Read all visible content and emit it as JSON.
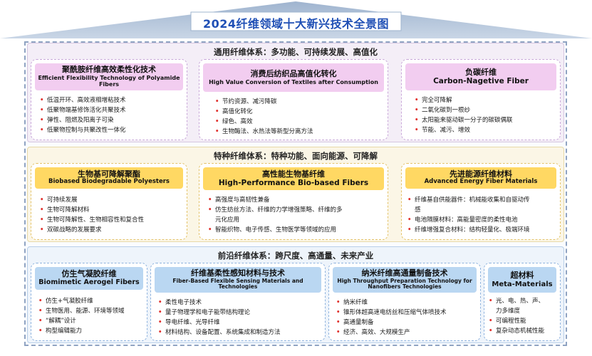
{
  "title": "2024纤维领域十大新兴技术全景图",
  "sections": [
    {
      "title": "通用纤维体系：多功能、可持续发展、高值化",
      "cards": [
        {
          "zh": "聚酰胺纤维高效柔性化技术",
          "en": "Efficient Flexibility Technology of Polyamide Fibers",
          "items": [
            "低温开环、高效液相增粘技术",
            "低聚物端基修饰活化共聚技术",
            "弹性、阻燃及阳离子可染",
            "低聚物控制与共聚改性一体化"
          ]
        },
        {
          "zh": "消费后纺织品高值化转化",
          "en": "High Value Conversion of Textiles after Consumption",
          "items": [
            "节约资源、减污降碳",
            "高值化转化",
            "绿色、高效",
            "生物酶法、水热法等新型分离方法"
          ]
        },
        {
          "zh": "负碳纤维",
          "en": "Carbon-Nagetive Fiber",
          "items": [
            "完全可降解",
            "二氧化碳到一根纱",
            "太阳能来驱动碳一分子的碳碳偶联",
            "节能、减污、增效"
          ]
        }
      ]
    },
    {
      "title": "特种纤维体系：特种功能、面向能源、可降解",
      "cards": [
        {
          "zh": "生物基可降解聚酯",
          "en": "Biobased Biodegradable Polyesters",
          "items": [
            "可持续发展",
            "生物可降解材料",
            "生物可降解性、生物相容性和复合性",
            "双碳战略的发展要求"
          ]
        },
        {
          "zh": "高性能生物基纤维",
          "en": "High-Performance Bio-based Fibers",
          "items": [
            "高强度与高韧性兼备",
            "仿生纺丝方法、纤维的力学增强策略、纤维的多",
            "元化应用",
            "智能织物、电子传感、生物医学等领域的应用"
          ]
        },
        {
          "zh": "先进能源纤维材料",
          "en": "Advanced Energy Fiber Materials",
          "items": [
            "纤维基自供能器件：机械能收集和自驱动传",
            "感",
            "电池隔膜材料：高能量密度的柔性电池",
            "纤维增强复合材料：结构轻量化、极端环境"
          ]
        }
      ]
    },
    {
      "title": "前沿纤维体系：跨尺度、高通量、未来产业",
      "cards": [
        {
          "zh": "仿生气凝胶纤维",
          "en": "Biomimetic Aerogel Fibers",
          "items": [
            "仿生+气凝胶纤维",
            "生物医用、能源、环境等领域",
            "“解耦”设计",
            "构型编辑能力"
          ]
        },
        {
          "zh": "纤维基柔性感知材料与技术",
          "en": "Fiber-Based Flexible Sensing Materials and Technologies",
          "items": [
            "柔性电子技术",
            "量子物理学和电子能带结构理论",
            "导电纤维、光导纤维",
            "材料结构、设备配置、系统集成和制造方法"
          ]
        },
        {
          "zh": "纳米纤维高通量制备技术",
          "en": "High Throughput Preparation Technology for Nanofibers Technologies",
          "items": [
            "纳米纤维",
            "锥形体超高速电纺丝和压缩气体喷技术",
            "高通量制备",
            "经济、高效、大规模生产"
          ]
        },
        {
          "zh": "超材料",
          "en": "Meta-Materials",
          "items": [
            "光、电、热、声、",
            "力多维度",
            "可编程性能",
            "复杂动态机械性能"
          ]
        }
      ]
    }
  ]
}
